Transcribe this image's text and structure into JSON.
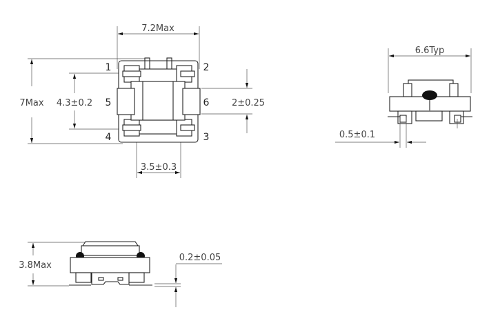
{
  "top_view": {
    "width_label": "7.2Max",
    "height_label": "7Max",
    "pin_pitch_v_label": "4.3±0.2",
    "center_pad_label": "2±0.25",
    "pin_pitch_h_label": "3.5±0.3",
    "pins": [
      "1",
      "2",
      "3",
      "4",
      "5",
      "6"
    ]
  },
  "end_view": {
    "width_label": "6.6Typ",
    "lead_width_label": "0.5±0.1"
  },
  "side_view": {
    "height_label": "3.8Max",
    "coplanarity_label": "0.2±0.05"
  }
}
